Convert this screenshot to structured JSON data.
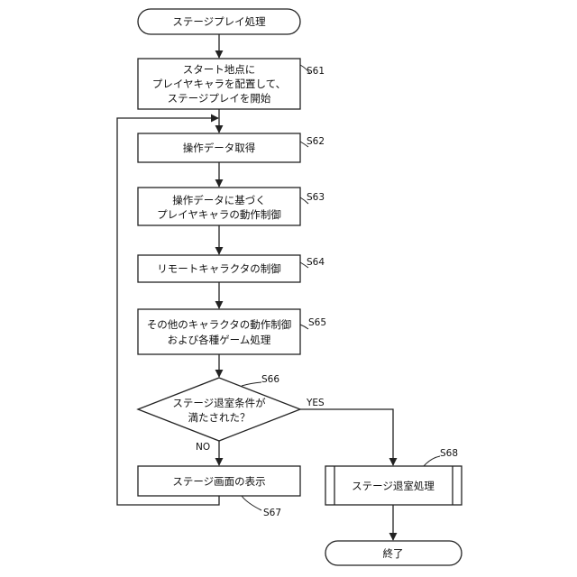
{
  "start_label": "ステージプレイ処理",
  "steps": [
    {
      "id": "S61",
      "lines": [
        "スタート地点に",
        "プレイヤキャラを配置して、",
        "ステージプレイを開始"
      ]
    },
    {
      "id": "S62",
      "lines": [
        "操作データ取得"
      ]
    },
    {
      "id": "S63",
      "lines": [
        "操作データに基づく",
        "プレイヤキャラの動作制御"
      ]
    },
    {
      "id": "S64",
      "lines": [
        "リモートキャラクタの制御"
      ]
    },
    {
      "id": "S65",
      "lines": [
        "その他のキャラクタの動作制御",
        "および各種ゲーム処理"
      ]
    },
    {
      "id": "S66",
      "lines": [
        "ステージ退室条件が",
        "満たされた？"
      ]
    },
    {
      "id": "S67",
      "lines": [
        "ステージ画面の表示"
      ]
    },
    {
      "id": "S68",
      "lines": [
        "ステージ退室処理"
      ]
    }
  ],
  "yes_label": "YES",
  "no_label": "NO",
  "end_label": "終了"
}
